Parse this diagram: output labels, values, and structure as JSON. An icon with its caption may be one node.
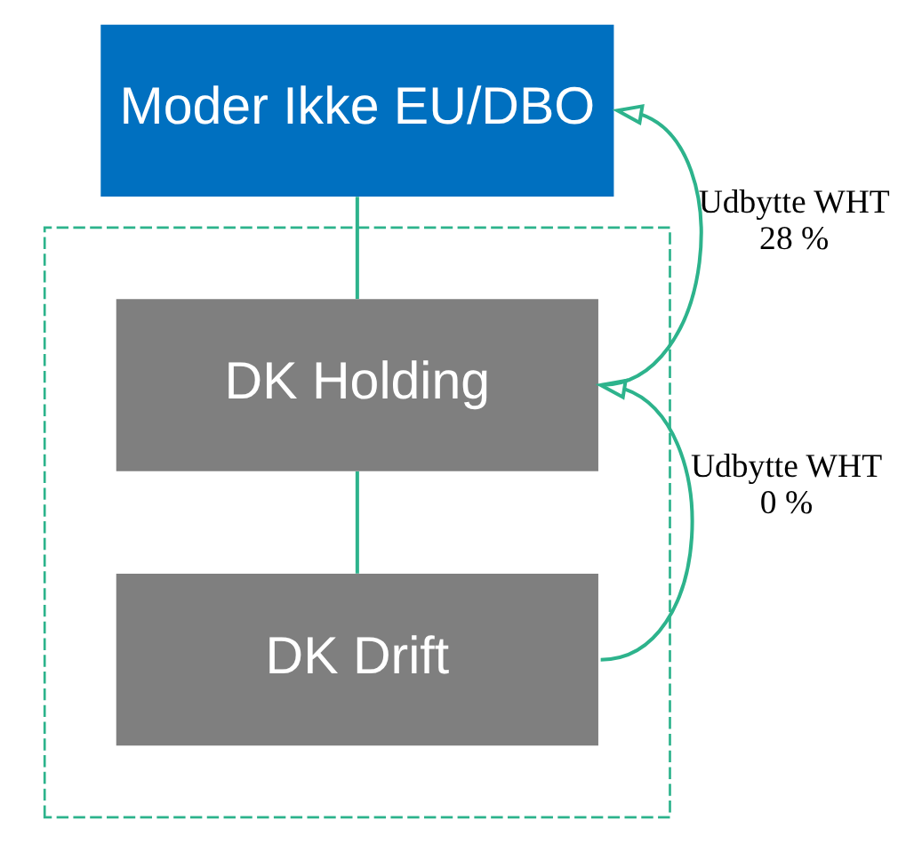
{
  "diagram": {
    "nodes": [
      {
        "text": [
          "Moder Ikke EU/DBO"
        ]
      },
      {
        "text": [],
        "shape": "box"
      },
      {
        "text": [
          "DK Holding"
        ],
        "in": 1
      },
      {
        "text": [
          "DK Drift"
        ],
        "in": 1
      }
    ],
    "edges": [
      {
        "from": 0,
        "to": 2,
        "arrow": "none"
      },
      {
        "from": 2,
        "to": 3,
        "arrow": "none"
      },
      {
        "from": 2,
        "to": 0,
        "arrow": "to",
        "label": "Udbytte WHT 28 %"
      },
      {
        "from": 3,
        "to": 2,
        "arrow": "to",
        "label": "Udbytte WHT 0 %"
      }
    ]
  }
}
